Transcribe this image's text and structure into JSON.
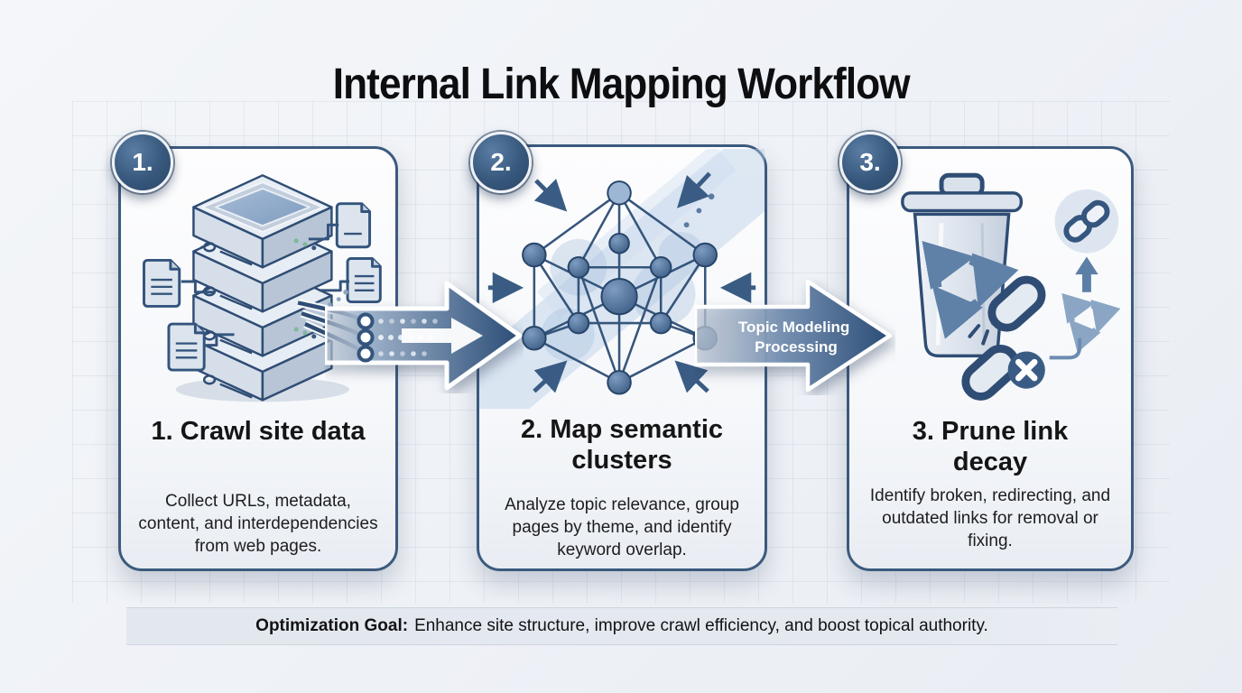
{
  "title": "Internal Link Mapping Workflow",
  "steps": [
    {
      "badge": "1.",
      "heading": "1. Crawl site data",
      "description": "Collect URLs, metadata, content, and interdependencies from web pages.",
      "icon": "server-stack-icon"
    },
    {
      "badge": "2.",
      "heading": "2. Map semantic clusters",
      "description": "Analyze topic relevance, group pages by theme, and identify keyword overlap.",
      "icon": "semantic-cluster-network-icon"
    },
    {
      "badge": "3.",
      "heading": "3. Prune link decay",
      "description": "Identify broken, redirecting, and outdated links for removal or fixing.",
      "icon": "trash-broken-link-icon"
    }
  ],
  "process_arrow": {
    "line1": "Topic Modeling",
    "line2": "Processing"
  },
  "footer": {
    "label": "Optimization Goal:",
    "text": "Enhance site structure, improve crawl efficiency, and boost topical authority."
  },
  "colors": {
    "accent_dark": "#2b4d77",
    "accent_mid": "#50749c",
    "card_border": "#3b5a7e",
    "arrow_light": "#c9d3e0",
    "background": "#eef1f6"
  }
}
